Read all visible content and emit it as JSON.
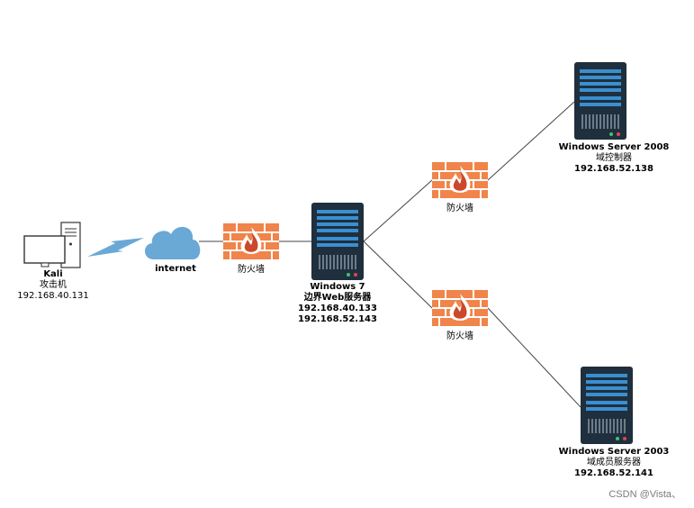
{
  "nodes": {
    "kali": {
      "name": "Kali",
      "role": "攻击机",
      "ip": "192.168.40.131"
    },
    "internet": {
      "name": "internet"
    },
    "firewall_main": {
      "label": "防火墙"
    },
    "win7": {
      "name": "Windows 7",
      "role": "边界Web服务器",
      "ip1": "192.168.40.133",
      "ip2": "192.168.52.143"
    },
    "firewall_upper": {
      "label": "防火墙"
    },
    "firewall_lower": {
      "label": "防火墙"
    },
    "srv2008": {
      "name": "Windows Server 2008",
      "role": "域控制器",
      "ip": "192.168.52.138"
    },
    "srv2003": {
      "name": "Windows Server 2003",
      "role": "域成员服务器",
      "ip": "192.168.52.141"
    }
  },
  "watermark": "CSDN @Vista、",
  "colors": {
    "server_body": "#1f2f3d",
    "server_bar": "#3a8fd0",
    "cloud": "#6aa8d6",
    "firewall": "#f0844a",
    "firewall_flame": "#c9492a",
    "lightning": "#6aa8d6",
    "line": "#444444"
  }
}
